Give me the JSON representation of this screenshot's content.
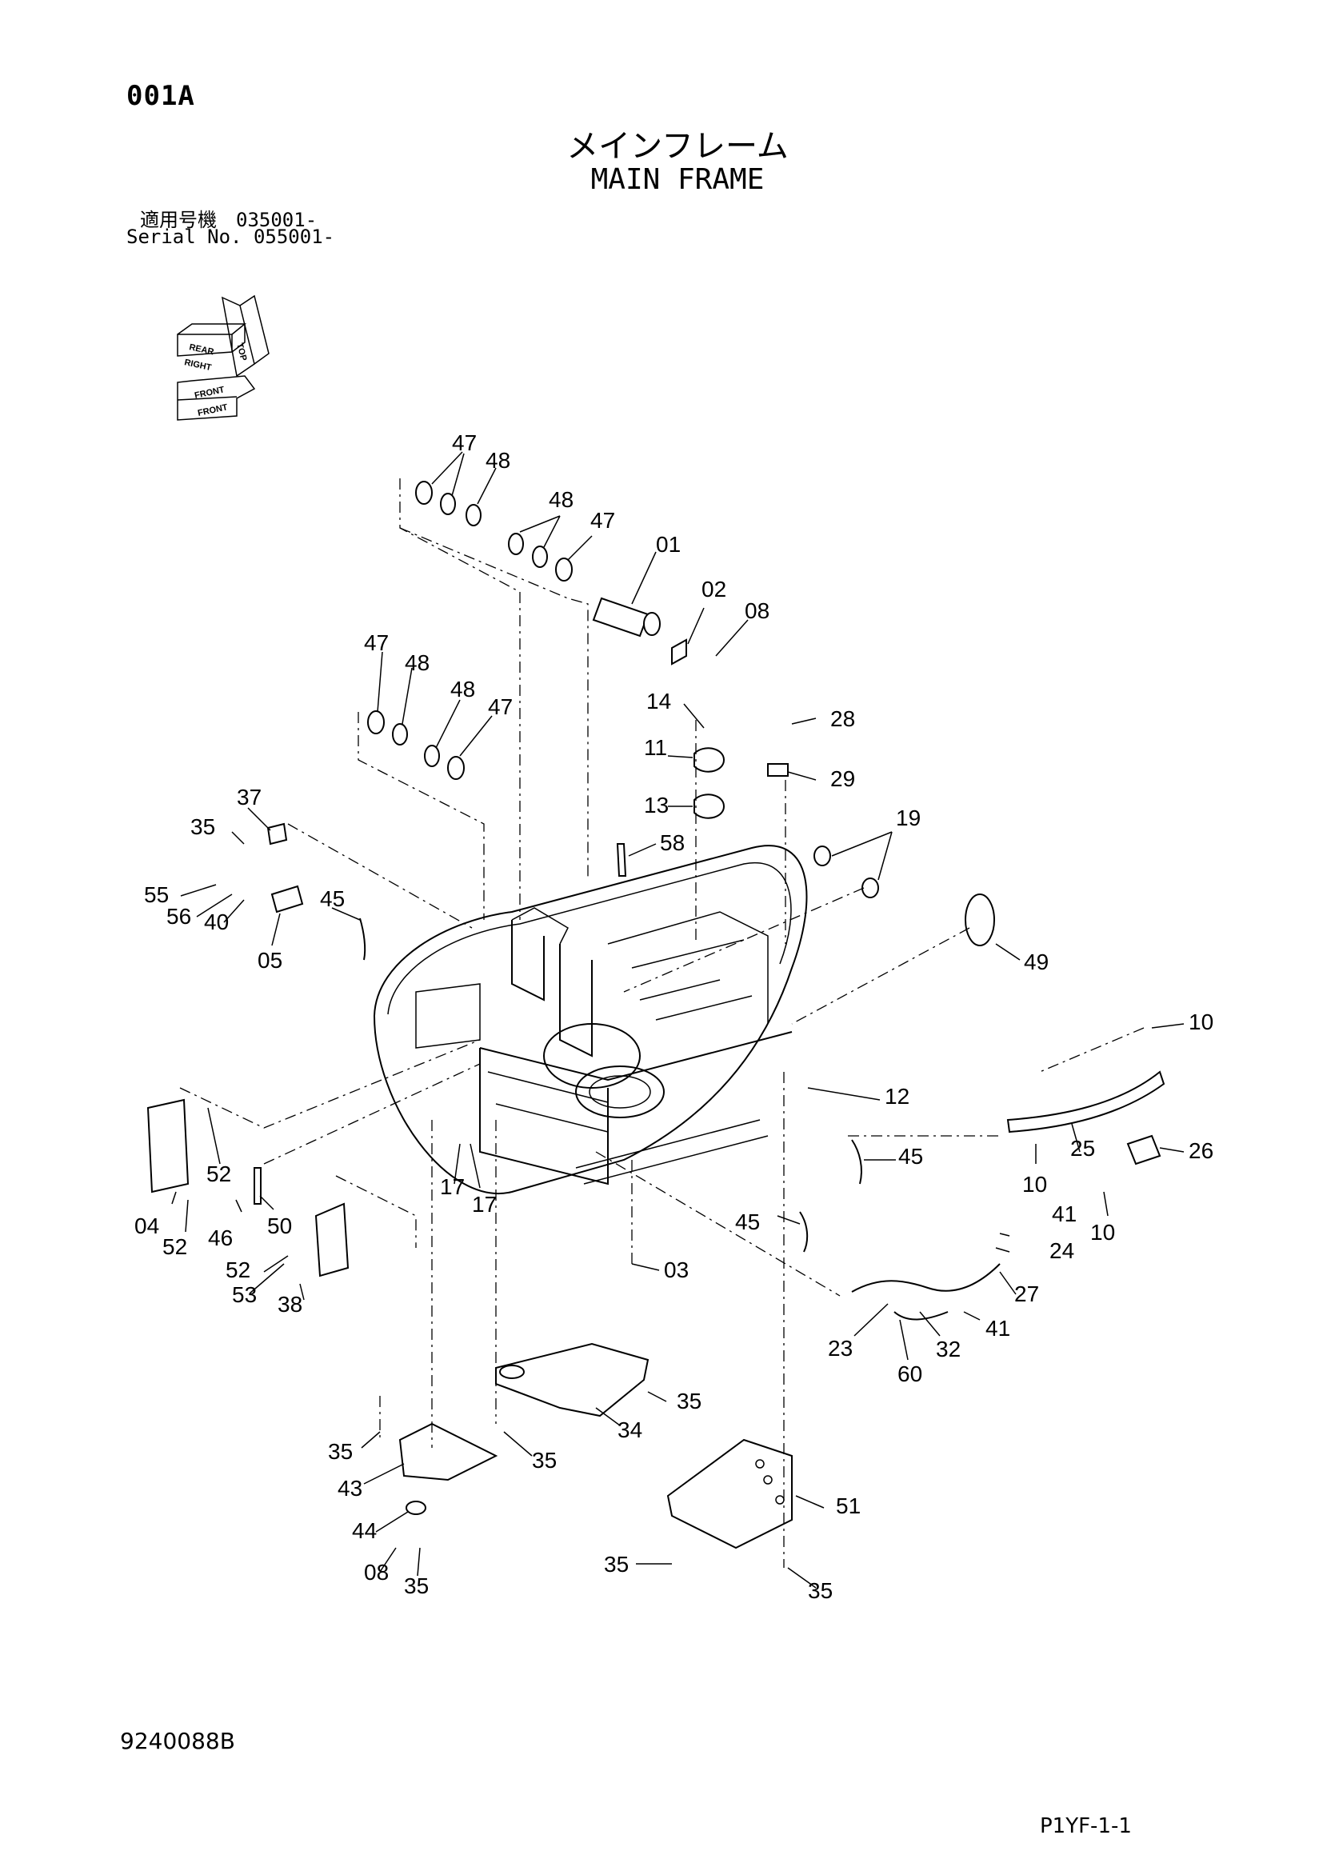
{
  "header": {
    "page_code": "001A",
    "title_jp": "メインフレーム",
    "title_en": "MAIN FRAME",
    "serial_jp": "適用号機　035001-",
    "serial_en": "Serial No. 055001-"
  },
  "orientation": {
    "labels": [
      "REAR",
      "TOP",
      "RIGHT",
      "FRONT",
      "FRONT"
    ]
  },
  "callouts": [
    {
      "id": "c1",
      "text": "47"
    },
    {
      "id": "c2",
      "text": "48"
    },
    {
      "id": "c3",
      "text": "48"
    },
    {
      "id": "c4",
      "text": "47"
    },
    {
      "id": "c5",
      "text": "01"
    },
    {
      "id": "c6",
      "text": "02"
    },
    {
      "id": "c7",
      "text": "08"
    },
    {
      "id": "c8",
      "text": "47"
    },
    {
      "id": "c9",
      "text": "48"
    },
    {
      "id": "c10",
      "text": "48"
    },
    {
      "id": "c11",
      "text": "47"
    },
    {
      "id": "c12",
      "text": "14"
    },
    {
      "id": "c13",
      "text": "28"
    },
    {
      "id": "c14",
      "text": "11"
    },
    {
      "id": "c15",
      "text": "29"
    },
    {
      "id": "c16",
      "text": "13"
    },
    {
      "id": "c17",
      "text": "37"
    },
    {
      "id": "c18",
      "text": "35"
    },
    {
      "id": "c19",
      "text": "58"
    },
    {
      "id": "c20",
      "text": "19"
    },
    {
      "id": "c21",
      "text": "55"
    },
    {
      "id": "c22",
      "text": "56"
    },
    {
      "id": "c23",
      "text": "40"
    },
    {
      "id": "c24",
      "text": "45"
    },
    {
      "id": "c25",
      "text": "05"
    },
    {
      "id": "c26",
      "text": "49"
    },
    {
      "id": "c27",
      "text": "10"
    },
    {
      "id": "c28",
      "text": "12"
    },
    {
      "id": "c29",
      "text": "25"
    },
    {
      "id": "c30",
      "text": "26"
    },
    {
      "id": "c31",
      "text": "45"
    },
    {
      "id": "c32",
      "text": "10"
    },
    {
      "id": "c33",
      "text": "10"
    },
    {
      "id": "c34",
      "text": "52"
    },
    {
      "id": "c35",
      "text": "17"
    },
    {
      "id": "c36",
      "text": "17"
    },
    {
      "id": "c37",
      "text": "04"
    },
    {
      "id": "c38",
      "text": "52"
    },
    {
      "id": "c39",
      "text": "46"
    },
    {
      "id": "c40",
      "text": "50"
    },
    {
      "id": "c41",
      "text": "45"
    },
    {
      "id": "c42",
      "text": "41"
    },
    {
      "id": "c43",
      "text": "24"
    },
    {
      "id": "c44",
      "text": "03"
    },
    {
      "id": "c45",
      "text": "52"
    },
    {
      "id": "c46",
      "text": "53"
    },
    {
      "id": "c47",
      "text": "38"
    },
    {
      "id": "c48",
      "text": "27"
    },
    {
      "id": "c49",
      "text": "41"
    },
    {
      "id": "c50",
      "text": "23"
    },
    {
      "id": "c51",
      "text": "32"
    },
    {
      "id": "c52",
      "text": "60"
    },
    {
      "id": "c53",
      "text": "35"
    },
    {
      "id": "c54",
      "text": "34"
    },
    {
      "id": "c55",
      "text": "35"
    },
    {
      "id": "c56",
      "text": "35"
    },
    {
      "id": "c57",
      "text": "43"
    },
    {
      "id": "c58",
      "text": "51"
    },
    {
      "id": "c59",
      "text": "44"
    },
    {
      "id": "c60",
      "text": "08"
    },
    {
      "id": "c61",
      "text": "35"
    },
    {
      "id": "c62",
      "text": "35"
    },
    {
      "id": "c63",
      "text": "35"
    }
  ],
  "footer": {
    "drawing_no": "9240088B",
    "page_ref": "P1YF-1-1"
  }
}
